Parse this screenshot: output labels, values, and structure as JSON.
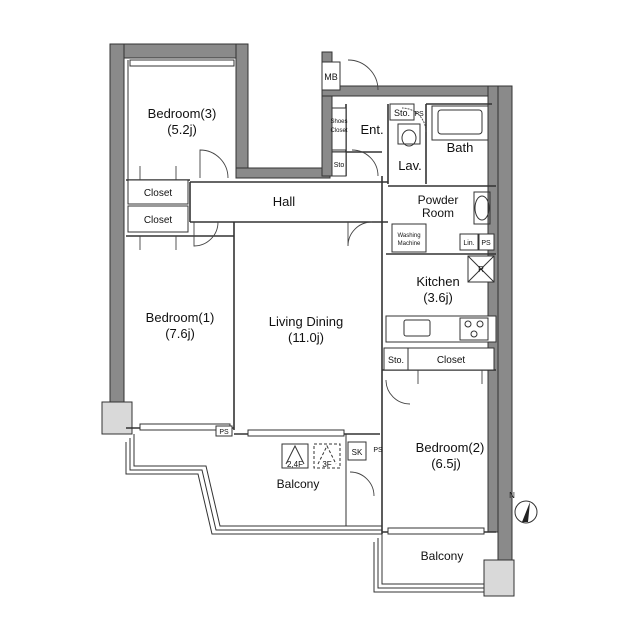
{
  "rooms": {
    "bedroom3": {
      "name": "Bedroom(3)",
      "size": "(5.2j)"
    },
    "bedroom1": {
      "name": "Bedroom(1)",
      "size": "(7.6j)"
    },
    "living": {
      "name": "Living Dining",
      "size": "(11.0j)"
    },
    "kitchen": {
      "name": "Kitchen",
      "size": "(3.6j)"
    },
    "bedroom2": {
      "name": "Bedroom(2)",
      "size": "(6.5j)"
    },
    "hall": "Hall",
    "entrance": "Ent.",
    "lavatory": "Lav.",
    "bath": "Bath",
    "powder": [
      "Powder",
      "Room"
    ],
    "balcony_main": "Balcony",
    "balcony_small": "Balcony"
  },
  "labels": {
    "closet_a": "Closet",
    "closet_b": "Closet",
    "closet_kitchen": "Closet",
    "mb": "MB",
    "sto_top": "Sto.",
    "sto_left": "Sto",
    "sto_kitchen": "Sto.",
    "ps_top": "PS",
    "ps_powder": "PS",
    "ps_balcony": "PS",
    "ps_bedroom2": "PS",
    "shoes_closet": [
      "Shoes",
      "Closet"
    ],
    "washing_machine": [
      "Washing",
      "Machine"
    ],
    "lin": "Lin.",
    "refrigerator": "R",
    "sk": "SK",
    "ladder_24f": "2,4F",
    "ladder_3f": "3F",
    "north": "N"
  }
}
